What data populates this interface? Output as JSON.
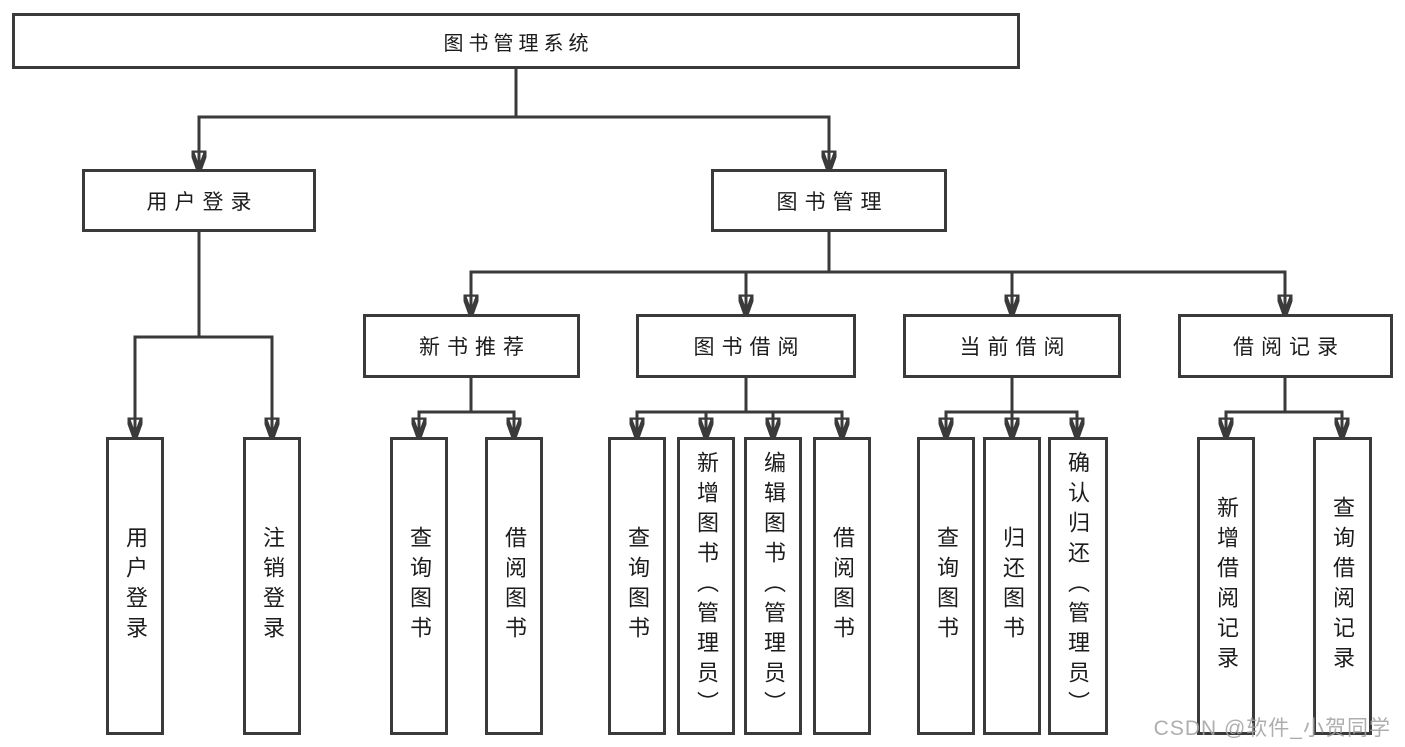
{
  "colors": {
    "background": "#ffffff",
    "box_border": "#3a3a3a",
    "connector_line": "#3a3a3a",
    "text": "#1c1c1c",
    "watermark": "#a3a3a3"
  },
  "diagram": {
    "root": "图书管理系统",
    "level2": [
      "用户登录",
      "图书管理"
    ],
    "level3": [
      "新书推荐",
      "图书借阅",
      "当前借阅",
      "借阅记录"
    ],
    "leaves": {
      "user": [
        "用户登录",
        "注销登录"
      ],
      "recommend": [
        "查询图书",
        "借阅图书"
      ],
      "borrow": [
        "查询图书",
        "新增图书（管理员）",
        "编辑图书（管理员）",
        "借阅图书"
      ],
      "current": [
        "查询图书",
        "归还图书",
        "确认归还（管理员）"
      ],
      "record": [
        "新增借阅记录",
        "查询借阅记录"
      ]
    }
  },
  "watermark": "CSDN @软件_小贺同学"
}
